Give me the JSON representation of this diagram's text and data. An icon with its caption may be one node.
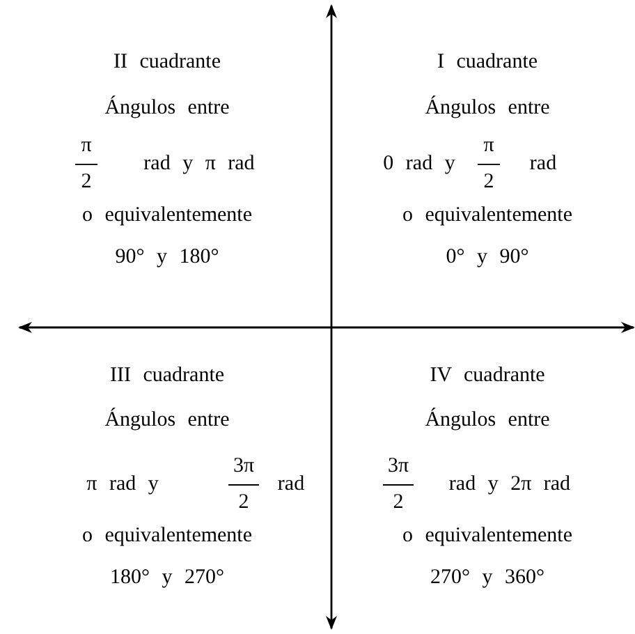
{
  "diagram": {
    "labels": [
      "II cuadrante",
      "Ángulos entre",
      "π",
      "2",
      "rad y π rad",
      "o equivalentemente",
      "90° y 180°",
      "I cuadrante",
      "Ángulos entre",
      "0 rad y",
      "π",
      "2",
      "rad",
      "o equivalentemente",
      "0° y 90°",
      "III cuadrante",
      "Ángulos entre",
      "π rad y",
      "3π",
      "2",
      "rad",
      "o equivalentemente",
      "180° y 270°",
      "IV cuadrante",
      "Ángulos entre",
      "3π",
      "2",
      "rad y 2π rad",
      "o equivalentemente",
      "270° y 360°"
    ]
  }
}
